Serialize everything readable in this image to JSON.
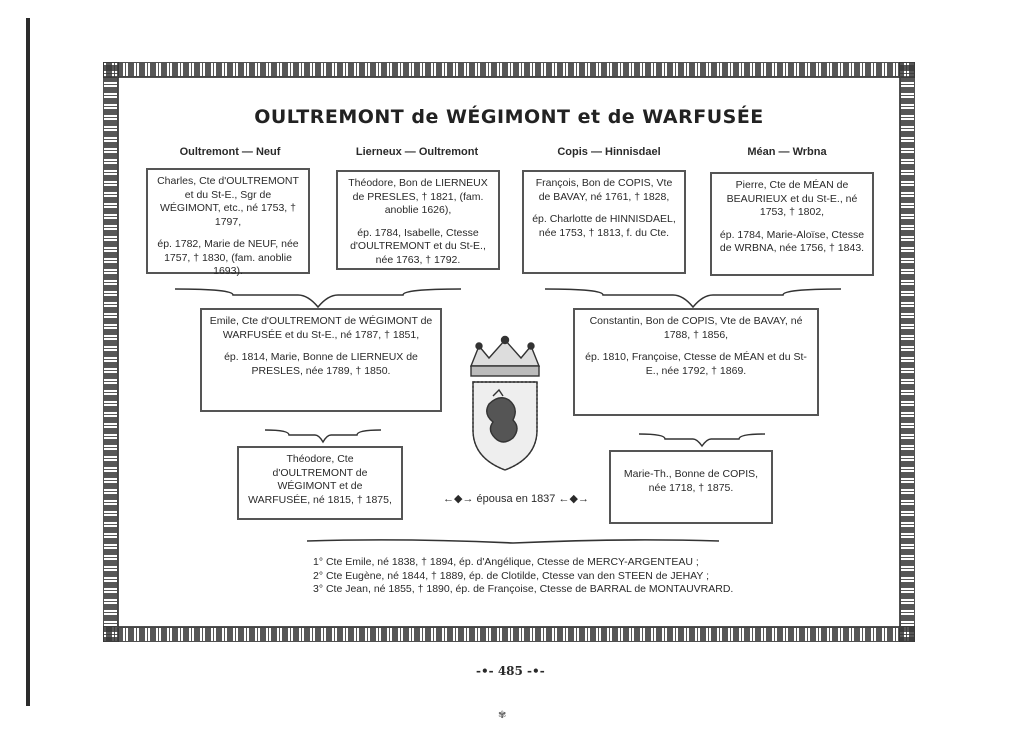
{
  "title": "OULTREMONT de WÉGIMONT et de WARFUSÉE",
  "columns": [
    {
      "heading": "Oultremont — Neuf",
      "lines": [
        "Charles, Cte d'OULTREMONT et du St-E., Sgr de WÉGIMONT, etc., né 1753, † 1797,",
        "ép. 1782, Marie de NEUF, née 1757, † 1830, (fam. anoblie 1693)."
      ]
    },
    {
      "heading": "Lierneux — Oultremont",
      "lines": [
        "Théodore, Bon de LIERNEUX de PRESLES, † 1821, (fam. anoblie 1626),",
        "ép. 1784, Isabelle, Ctesse d'OULTREMONT et du St-E., née 1763, † 1792."
      ]
    },
    {
      "heading": "Copis — Hinnisdael",
      "lines": [
        "François, Bon de COPIS, Vte de BAVAY, né 1761, † 1828,",
        "ép. Charlotte de HINNISDAEL, née 1753, † 1813, f. du Cte."
      ]
    },
    {
      "heading": "Méan — Wrbna",
      "lines": [
        "Pierre, Cte de MÉAN de BEAURIEUX et du St-E., né 1753, † 1802,",
        "ép. 1784, Marie-Aloïse, Ctesse de WRBNA, née 1756, † 1843."
      ]
    }
  ],
  "second_generation": [
    {
      "lines": [
        "Emile, Cte d'OULTREMONT de WÉGIMONT de WARFUSÉE et du St-E., né 1787, † 1851,",
        "ép. 1814, Marie, Bonne de LIERNEUX de PRESLES, née 1789, † 1850."
      ]
    },
    {
      "lines": [
        "Constantin, Bon de COPIS, Vte de BAVAY, né 1788, † 1856,",
        "ép. 1810, Françoise, Ctesse de MÉAN et du St-E., née 1792, † 1869."
      ]
    }
  ],
  "third_generation": [
    {
      "lines": [
        "Théodore, Cte d'OULTREMONT de WÉGIMONT et de WARFUSÉE, né 1815, † 1875,"
      ]
    },
    {
      "lines": [
        "Marie-Th., Bonne de COPIS, née 1718, † 1875."
      ]
    }
  ],
  "married_label": "épousa en 1837",
  "descendants": [
    "1° Cte Emile, né 1838, † 1894, ép. d'Angélique, Ctesse de MERCY-ARGENTEAU ;",
    "2° Cte Eugène, né 1844, † 1889, ép. de Clotilde, Ctesse van den STEEN de JEHAY ;",
    "3° Cte Jean, né 1855, † 1890, ép. de Françoise, Ctesse de BARRAL de MONTAUVRARD."
  ],
  "page_number": "485",
  "page_number_marks": "-•-"
}
